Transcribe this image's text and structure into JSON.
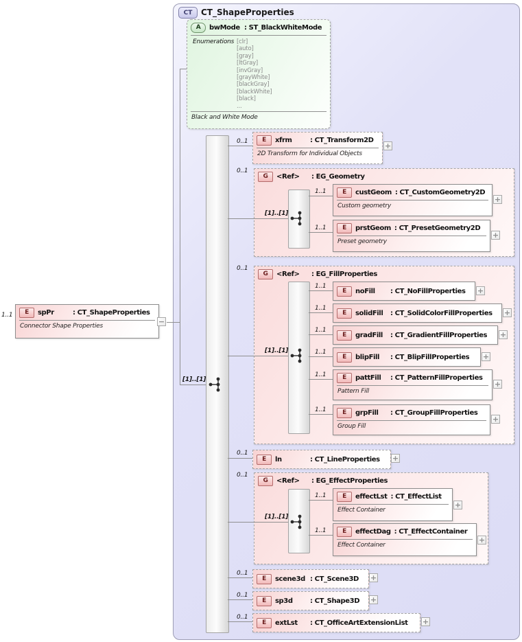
{
  "colors": {
    "container_fill": "#e0e0f7",
    "element_fill": "#f8d3d3",
    "attribute_fill": "#e0f5e0",
    "badge_element_border": "#b36a6a",
    "badge_attribute_border": "#6f946b",
    "connector": "#8f8f8f"
  },
  "icons": {
    "expand": "+",
    "collapse": "−"
  },
  "root": {
    "badge": "CT",
    "title": "CT_ShapeProperties"
  },
  "left_element": {
    "card": "1..1",
    "badge": "E",
    "name": "spPr",
    "type": ": CT_ShapeProperties",
    "annotation": "Connector Shape Properties"
  },
  "trunk": {
    "card": "[1]..[1]"
  },
  "attr": {
    "badge": "A",
    "name": "bwMode",
    "type": ": ST_BlackWhiteMode",
    "enum_label": "Enumerations",
    "enums": [
      "[clr]",
      "[auto]",
      "[gray]",
      "[ltGray]",
      "[invGray]",
      "[grayWhite]",
      "[blackGray]",
      "[blackWhite]",
      "[black]",
      "..."
    ],
    "annotation": "Black and White Mode"
  },
  "xfrm": {
    "card": "0..1",
    "badge": "E",
    "name": "xfrm",
    "type": ": CT_Transform2D",
    "annotation": "2D Transform for Individual Objects"
  },
  "geom": {
    "card": "0..1",
    "badge": "G",
    "name": "<Ref>",
    "type": ": EG_Geometry",
    "inner_card": "[1]..[1]",
    "custGeom": {
      "card": "1..1",
      "badge": "E",
      "name": "custGeom",
      "type": ": CT_CustomGeometry2D",
      "annotation": "Custom geometry"
    },
    "prstGeom": {
      "card": "1..1",
      "badge": "E",
      "name": "prstGeom",
      "type": ": CT_PresetGeometry2D",
      "annotation": "Preset geometry"
    }
  },
  "fill": {
    "card": "0..1",
    "badge": "G",
    "name": "<Ref>",
    "type": ": EG_FillProperties",
    "inner_card": "[1]..[1]",
    "noFill": {
      "card": "1..1",
      "badge": "E",
      "name": "noFill",
      "type": ": CT_NoFillProperties"
    },
    "solidFill": {
      "card": "1..1",
      "badge": "E",
      "name": "solidFill",
      "type": ": CT_SolidColorFillProperties"
    },
    "gradFill": {
      "card": "1..1",
      "badge": "E",
      "name": "gradFill",
      "type": ": CT_GradientFillProperties"
    },
    "blipFill": {
      "card": "1..1",
      "badge": "E",
      "name": "blipFill",
      "type": ": CT_BlipFillProperties"
    },
    "pattFill": {
      "card": "1..1",
      "badge": "E",
      "name": "pattFill",
      "type": ": CT_PatternFillProperties",
      "annotation": "Pattern Fill"
    },
    "grpFill": {
      "card": "1..1",
      "badge": "E",
      "name": "grpFill",
      "type": ": CT_GroupFillProperties",
      "annotation": "Group Fill"
    }
  },
  "ln": {
    "card": "0..1",
    "badge": "E",
    "name": "ln",
    "type": ": CT_LineProperties"
  },
  "effect": {
    "card": "0..1",
    "badge": "G",
    "name": "<Ref>",
    "type": ": EG_EffectProperties",
    "inner_card": "[1]..[1]",
    "effectLst": {
      "card": "1..1",
      "badge": "E",
      "name": "effectLst",
      "type": ": CT_EffectList",
      "annotation": "Effect Container"
    },
    "effectDag": {
      "card": "1..1",
      "badge": "E",
      "name": "effectDag",
      "type": ": CT_EffectContainer",
      "annotation": "Effect Container"
    }
  },
  "scene3d": {
    "card": "0..1",
    "badge": "E",
    "name": "scene3d",
    "type": ": CT_Scene3D"
  },
  "sp3d": {
    "card": "0..1",
    "badge": "E",
    "name": "sp3d",
    "type": ": CT_Shape3D"
  },
  "extLst": {
    "card": "0..1",
    "badge": "E",
    "name": "extLst",
    "type": ": CT_OfficeArtExtensionList"
  }
}
